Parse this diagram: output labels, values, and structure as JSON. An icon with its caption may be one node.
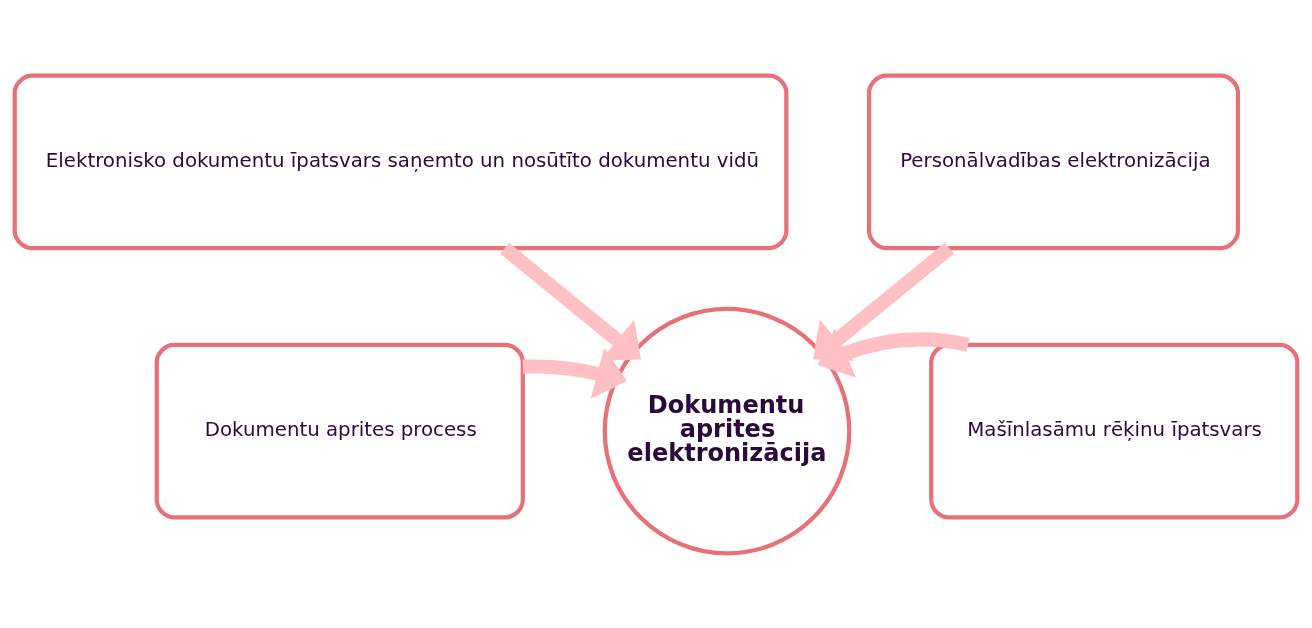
{
  "diagram": {
    "nodes": [
      {
        "text": [
          "Elektronisko dokumentu īpatsvars saņemto un nosūtīto dokumentu vidū"
        ]
      },
      {
        "text": [
          "Personālvadības elektronizācija"
        ]
      },
      {
        "text": [
          "Dokumentu aprites process"
        ]
      },
      {
        "text": [
          "Dokumentu aprites elektronizācija"
        ]
      },
      {
        "text": [
          "Mašīnlasāmu rēķinu īpatsvars"
        ]
      }
    ],
    "edges": [
      {
        "from": 0,
        "to": 3,
        "arrow": "to"
      },
      {
        "from": 1,
        "to": 3,
        "arrow": "to"
      },
      {
        "from": 2,
        "to": 3,
        "arrow": "to"
      },
      {
        "from": 4,
        "to": 3,
        "arrow": "to"
      }
    ]
  }
}
